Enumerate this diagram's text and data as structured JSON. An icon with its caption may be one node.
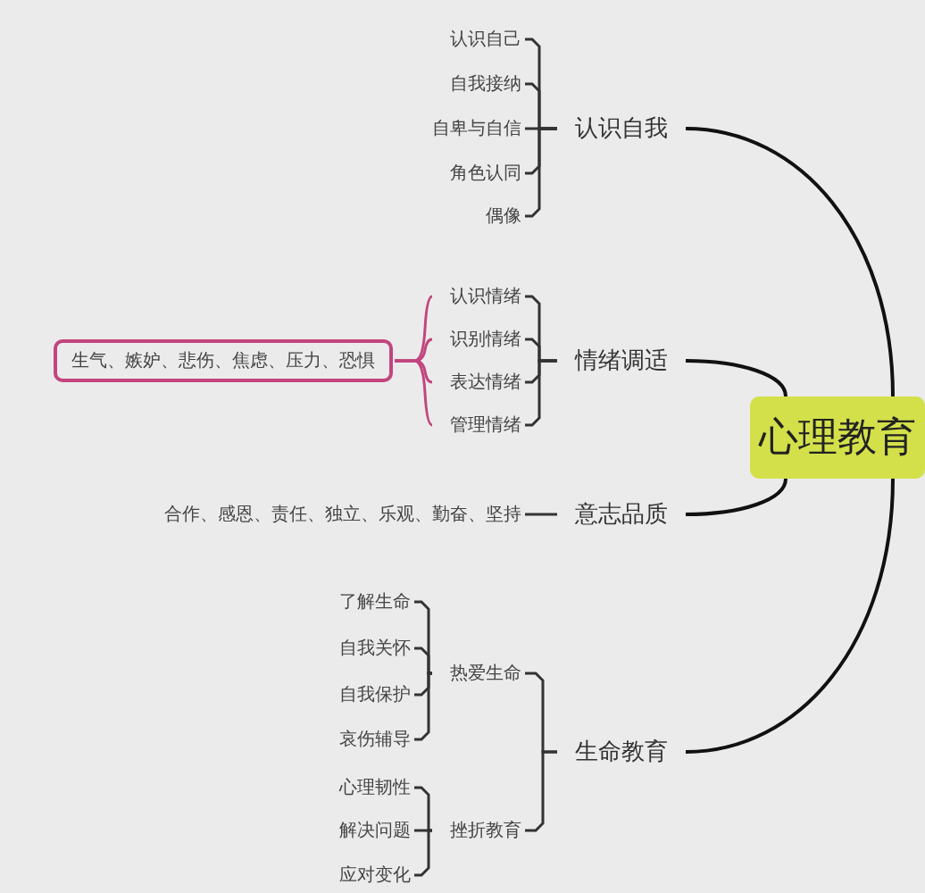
{
  "diagram": {
    "nodes": [
      {
        "text": [
          "心理教育"
        ]
      },
      {
        "text": [
          "认识自我"
        ]
      },
      {
        "text": [
          "认识自己"
        ]
      },
      {
        "text": [
          "自我接纳"
        ]
      },
      {
        "text": [
          "自卑与自信"
        ]
      },
      {
        "text": [
          "角色认同"
        ]
      },
      {
        "text": [
          "偶像"
        ]
      },
      {
        "text": [
          "情绪调适"
        ]
      },
      {
        "text": [
          "认识情绪"
        ]
      },
      {
        "text": [
          "识别情绪"
        ]
      },
      {
        "text": [
          "表达情绪"
        ]
      },
      {
        "text": [
          "管理情绪"
        ]
      },
      {
        "text": [
          "生气、嫉妒、悲伤、焦虑、压力、恐惧"
        ]
      },
      {
        "text": [
          "意志品质"
        ]
      },
      {
        "text": [
          "合作、感恩、责任、独立、乐观、勤奋、坚持"
        ]
      },
      {
        "text": [
          "生命教育"
        ]
      },
      {
        "text": [
          "热爱生命"
        ]
      },
      {
        "text": [
          "了解生命"
        ]
      },
      {
        "text": [
          "自我关怀"
        ]
      },
      {
        "text": [
          "自我保护"
        ]
      },
      {
        "text": [
          "哀伤辅导"
        ]
      },
      {
        "text": [
          "挫折教育"
        ]
      },
      {
        "text": [
          "心理韧性"
        ]
      },
      {
        "text": [
          "解决问题"
        ]
      },
      {
        "text": [
          "应对变化"
        ]
      }
    ],
    "edges": [
      {
        "from": 0,
        "to": 1,
        "arrow": "none"
      },
      {
        "from": 0,
        "to": 7,
        "arrow": "none"
      },
      {
        "from": 0,
        "to": 13,
        "arrow": "none"
      },
      {
        "from": 0,
        "to": 15,
        "arrow": "none"
      },
      {
        "from": 1,
        "to": 2,
        "arrow": "none"
      },
      {
        "from": 1,
        "to": 3,
        "arrow": "none"
      },
      {
        "from": 1,
        "to": 4,
        "arrow": "none"
      },
      {
        "from": 1,
        "to": 5,
        "arrow": "none"
      },
      {
        "from": 1,
        "to": 6,
        "arrow": "none"
      },
      {
        "from": 7,
        "to": 8,
        "arrow": "none"
      },
      {
        "from": 7,
        "to": 9,
        "arrow": "none"
      },
      {
        "from": 7,
        "to": 10,
        "arrow": "none"
      },
      {
        "from": 7,
        "to": 11,
        "arrow": "none"
      },
      {
        "from": 12,
        "to": 8,
        "arrow": "none",
        "color": "#c2457e"
      },
      {
        "from": 12,
        "to": 9,
        "arrow": "none",
        "color": "#c2457e"
      },
      {
        "from": 12,
        "to": 10,
        "arrow": "none",
        "color": "#c2457e"
      },
      {
        "from": 12,
        "to": 11,
        "arrow": "none",
        "color": "#c2457e"
      },
      {
        "from": 13,
        "to": 14,
        "arrow": "none"
      },
      {
        "from": 15,
        "to": 16,
        "arrow": "none"
      },
      {
        "from": 15,
        "to": 21,
        "arrow": "none"
      },
      {
        "from": 16,
        "to": 17,
        "arrow": "none"
      },
      {
        "from": 16,
        "to": 18,
        "arrow": "none"
      },
      {
        "from": 16,
        "to": 19,
        "arrow": "none"
      },
      {
        "from": 16,
        "to": 20,
        "arrow": "none"
      },
      {
        "from": 21,
        "to": 22,
        "arrow": "none"
      },
      {
        "from": 21,
        "to": 23,
        "arrow": "none"
      },
      {
        "from": 21,
        "to": 24,
        "arrow": "none"
      }
    ]
  }
}
